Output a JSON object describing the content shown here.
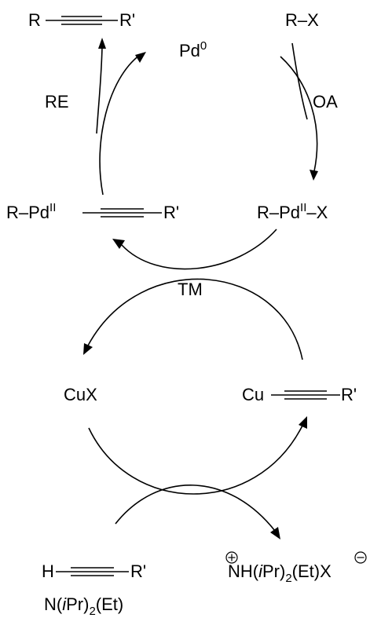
{
  "labels": {
    "product": {
      "left": "R",
      "right": "R'"
    },
    "pd0": {
      "base": "Pd",
      "sup": "0"
    },
    "aryl_halide": "R–X",
    "re": "RE",
    "oa": "OA",
    "pd_alkynyl": {
      "left": "R–Pd",
      "sup": "II",
      "right": "R'"
    },
    "pd_halide": {
      "left": "R–Pd",
      "sup": "II",
      "right": "–X"
    },
    "tm": "TM",
    "cux": "CuX",
    "cu_acetylide": {
      "left": "Cu",
      "right": "R'"
    },
    "alkyne": {
      "left": "H",
      "right": "R'"
    },
    "amine": {
      "p1": "N(",
      "italic": "i",
      "p2": "Pr)",
      "sub": "2",
      "p3": "(Et)"
    },
    "ammonium": {
      "p1": "NH(",
      "italic": "i",
      "p2": "Pr)",
      "sub": "2",
      "p3": "(Et)X"
    },
    "charges": {
      "plus": "+",
      "minus": "−"
    }
  }
}
